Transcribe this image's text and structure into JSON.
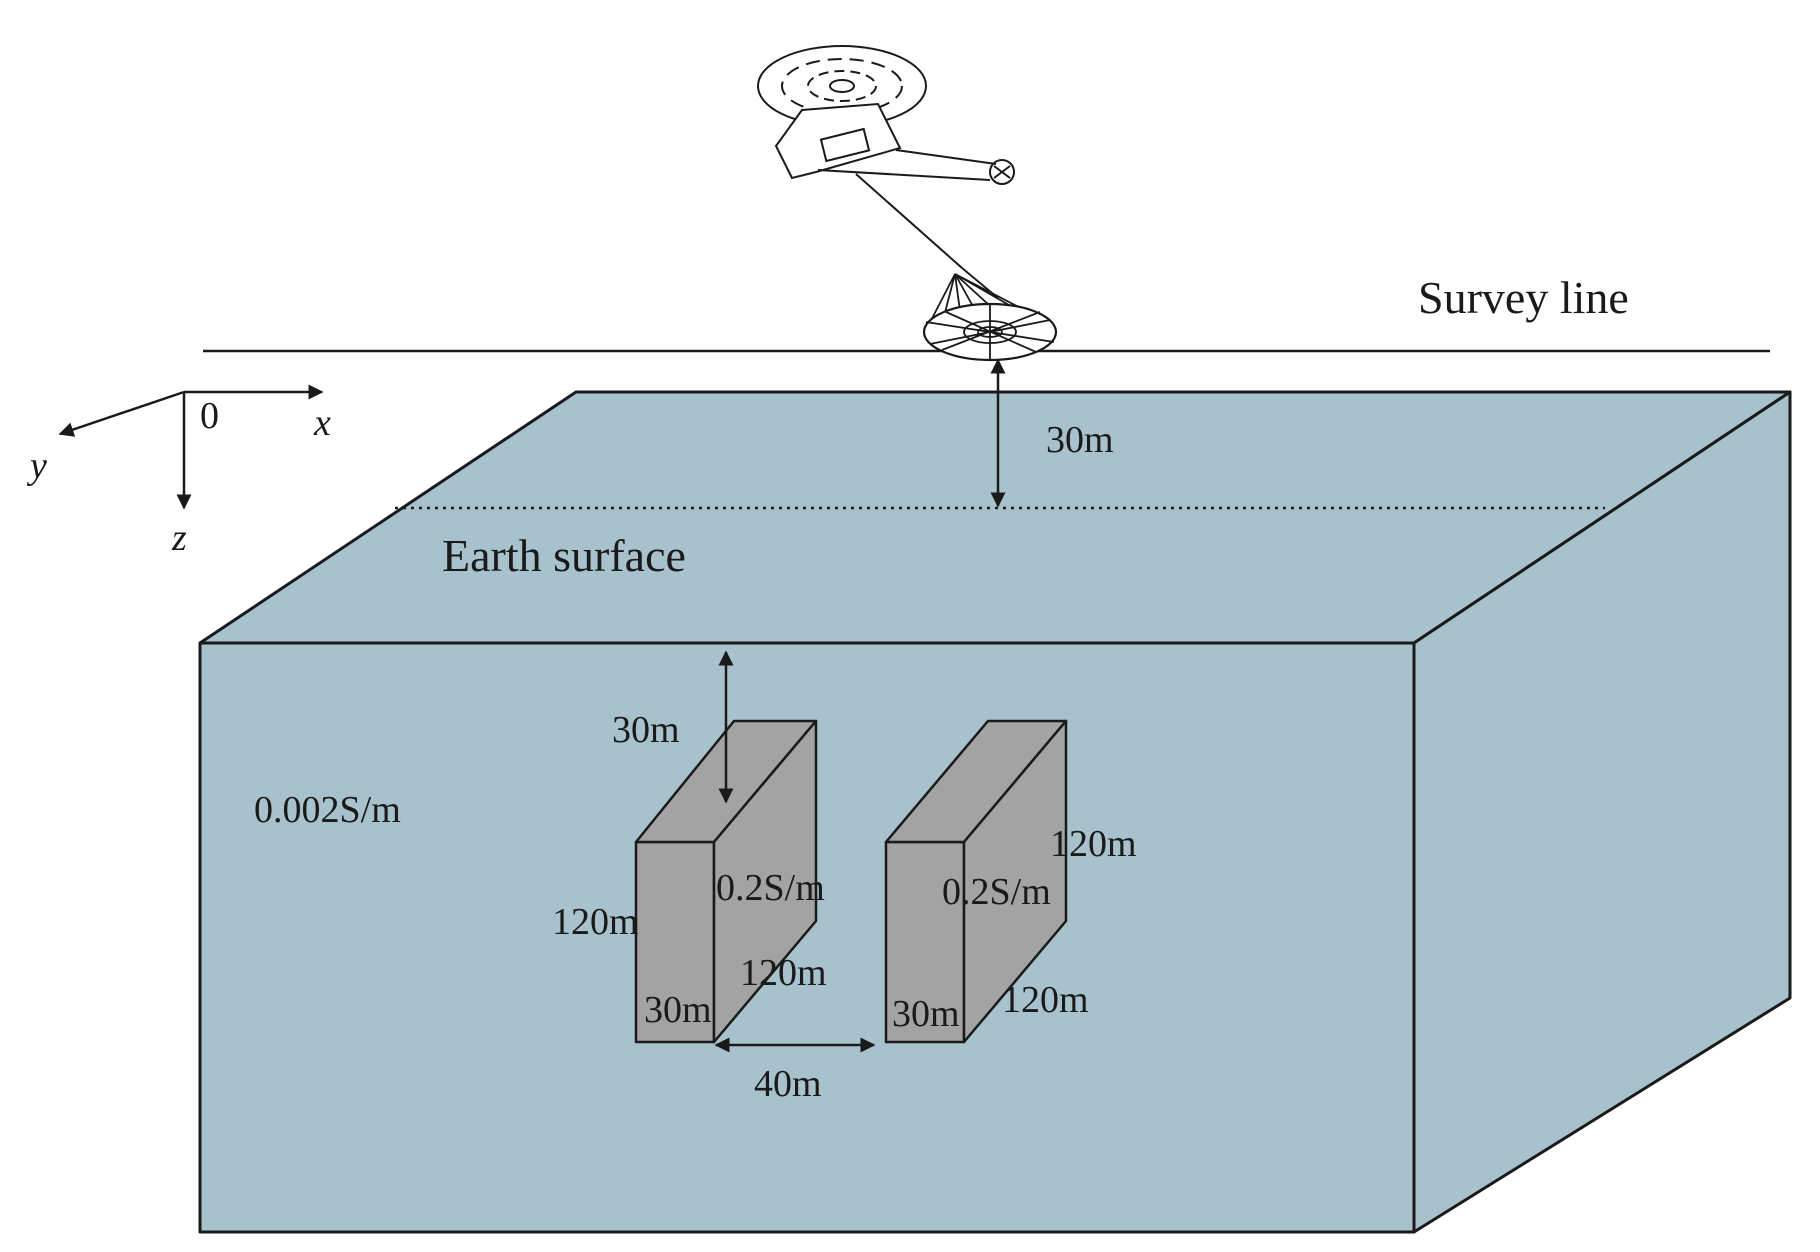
{
  "labels": {
    "survey_line": "Survey line",
    "earth_surface": "Earth surface",
    "altitude": "30m",
    "background_conductivity": "0.002S/m",
    "depth": "30m",
    "separation": "40m",
    "left_block": {
      "conductivity": "0.2S/m",
      "height": "120m",
      "length": "120m",
      "width": "30m"
    },
    "right_block": {
      "conductivity": "0.2S/m",
      "height": "120m",
      "length": "120m",
      "width": "30m"
    }
  },
  "axes": {
    "origin": "0",
    "x": "x",
    "y": "y",
    "z": "z"
  },
  "colors": {
    "earth_fill": "#a7c2cc",
    "block_fill": "#a3a3a3",
    "stroke": "#1a1a1a"
  },
  "icons": [
    "helicopter-icon",
    "transmitter-loop-icon"
  ]
}
